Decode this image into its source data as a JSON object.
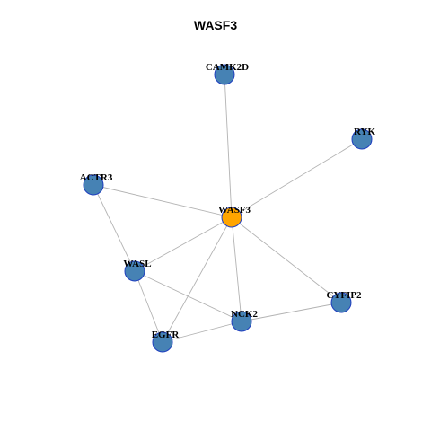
{
  "title": "WASF3",
  "colors": {
    "hub_node": "#FFA500",
    "node": "#4682B4",
    "node_border": "#1F3FBF",
    "edge": "#B3B3B3"
  },
  "nodes": [
    {
      "id": "WASF3",
      "label": "WASF3",
      "role": "hub"
    },
    {
      "id": "CAMK2D",
      "label": "CAMK2D",
      "role": "neighbor"
    },
    {
      "id": "RYK",
      "label": "RYK",
      "role": "neighbor"
    },
    {
      "id": "ACTR3",
      "label": "ACTR3",
      "role": "neighbor"
    },
    {
      "id": "WASL",
      "label": "WASL",
      "role": "neighbor"
    },
    {
      "id": "CYFIP2",
      "label": "CYFIP2",
      "role": "neighbor"
    },
    {
      "id": "NCK2",
      "label": "NCK2",
      "role": "neighbor"
    },
    {
      "id": "EGFR",
      "label": "EGFR",
      "role": "neighbor"
    }
  ],
  "edges": [
    [
      "WASF3",
      "CAMK2D"
    ],
    [
      "WASF3",
      "RYK"
    ],
    [
      "WASF3",
      "ACTR3"
    ],
    [
      "WASF3",
      "WASL"
    ],
    [
      "WASF3",
      "CYFIP2"
    ],
    [
      "WASF3",
      "NCK2"
    ],
    [
      "WASF3",
      "EGFR"
    ],
    [
      "ACTR3",
      "WASL"
    ],
    [
      "WASL",
      "NCK2"
    ],
    [
      "WASL",
      "EGFR"
    ],
    [
      "NCK2",
      "CYFIP2"
    ],
    [
      "NCK2",
      "EGFR"
    ]
  ]
}
